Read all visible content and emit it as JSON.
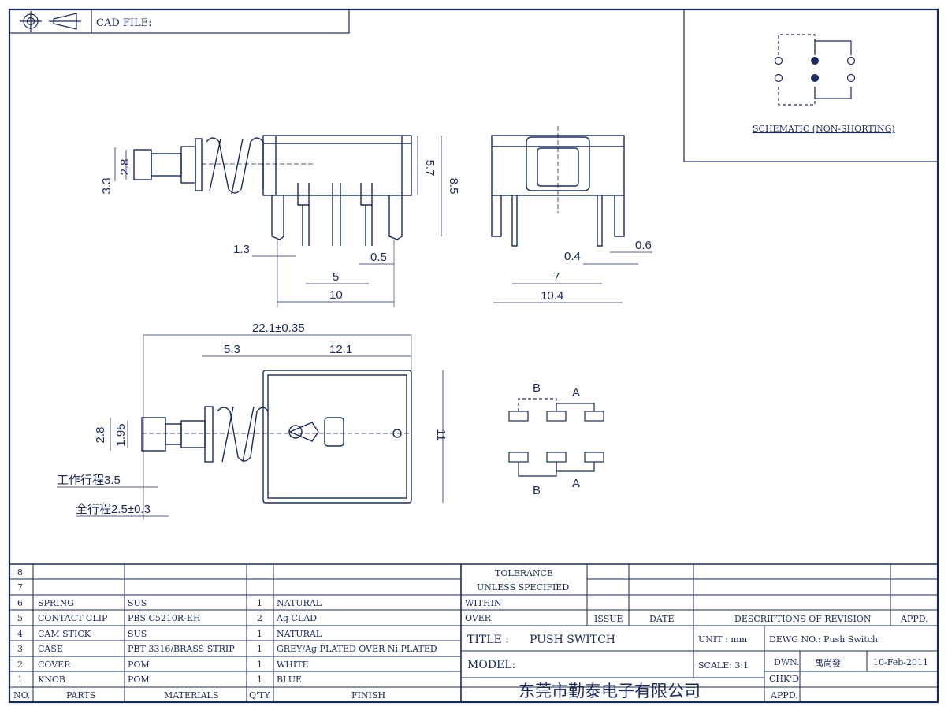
{
  "header": {
    "cad_label": "CAD FILE:"
  },
  "schematic": {
    "label": "SCHEMATIC (NON-SHORTING)"
  },
  "dims_side": {
    "d28": "2.8",
    "d33": "3.3",
    "d57": "5.7",
    "d85": "8.5",
    "d13": "1.3",
    "d05": "0.5",
    "d5": "5",
    "d10": "10"
  },
  "dims_front": {
    "d04": "0.4",
    "d06": "0.6",
    "d7": "7",
    "d104": "10.4"
  },
  "dims_top": {
    "total": "22.1±0.35",
    "d53": "5.3",
    "d121": "12.1",
    "d28": "2.8",
    "d195": "1.95",
    "d11": "11",
    "work_travel": "工作行程3.5",
    "full_travel": "全行程2.5±0.3"
  },
  "pad_labels": {
    "b_top": "B",
    "a_top": "A",
    "b_bottom": "B",
    "a_bottom": "A"
  },
  "bom": {
    "blank_rows": [
      "8",
      "7"
    ],
    "rows": [
      {
        "no": "6",
        "part": "SPRING",
        "material": "SUS",
        "qty": "1",
        "finish": "NATURAL"
      },
      {
        "no": "5",
        "part": "CONTACT CLIP",
        "material": "PBS C5210R-EH",
        "qty": "2",
        "finish": "Ag CLAD"
      },
      {
        "no": "4",
        "part": "CAM STICK",
        "material": "SUS",
        "qty": "1",
        "finish": "NATURAL"
      },
      {
        "no": "3",
        "part": "CASE",
        "material": "PBT 3316/BRASS STRIP",
        "qty": "1",
        "finish": "GREY/Ag PLATED OVER Ni PLATED"
      },
      {
        "no": "2",
        "part": "COVER",
        "material": "POM",
        "qty": "1",
        "finish": "WHITE"
      },
      {
        "no": "1",
        "part": "KNOB",
        "material": "POM",
        "qty": "1",
        "finish": "BLUE"
      }
    ],
    "headers": {
      "no": "NO.",
      "parts": "PARTS",
      "materials": "MATERIALS",
      "qty": "Q'TY",
      "finish": "FINISH"
    }
  },
  "title_block": {
    "tolerance": "TOLERANCE",
    "unless": "UNLESS   SPECIFIED",
    "within": "WITHIN",
    "over": "OVER",
    "issue": "ISSUE",
    "date": "DATE",
    "descriptions": "DESCRIPTIONS OF REVISION",
    "appd": "APPD.",
    "title_label": "TITLE :",
    "title_value": "PUSH SWITCH",
    "unit": "UNIT : mm",
    "dwg_no": "DEWG NO.: Push Switch",
    "model": "MODEL:",
    "scale": "SCALE: 3:1",
    "dwn": "DWN.",
    "dwn_name": "禹尚發",
    "dwn_date": "10-Feb-2011",
    "chkd": "CHK'D",
    "appd2": "APPD.",
    "company": "东莞市勤泰电子有限公司"
  }
}
